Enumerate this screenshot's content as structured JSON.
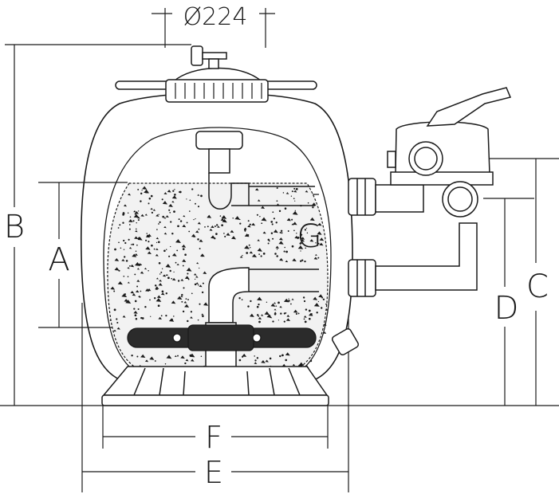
{
  "diagram": {
    "labels": {
      "outlet_diameter": "Ø224",
      "A": "A",
      "B": "B",
      "C": "C",
      "D": "D",
      "E": "E",
      "F": "F",
      "G": "G"
    },
    "colors": {
      "line": "#1a1a1a",
      "media_fill": "#f2f2f2",
      "lateral_fill": "#2b2b2b",
      "background": "#ffffff"
    }
  }
}
